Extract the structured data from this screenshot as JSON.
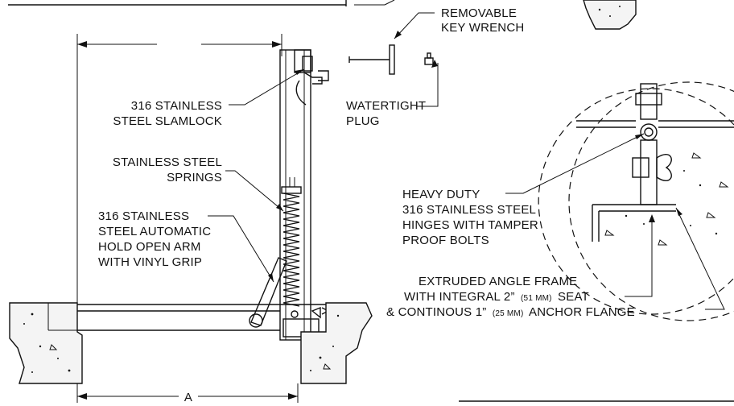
{
  "labels": {
    "removable_wrench": [
      "REMOVABLE",
      "KEY WRENCH"
    ],
    "slamlock": [
      "316 STAINLESS",
      "STEEL SLAMLOCK"
    ],
    "plug": [
      "WATERTIGHT",
      "PLUG"
    ],
    "springs": [
      "STAINLESS STEEL",
      "SPRINGS"
    ],
    "hold_open_arm": [
      "316 STAINLESS",
      "STEEL AUTOMATIC",
      "HOLD OPEN ARM",
      "WITH VINYL GRIP"
    ],
    "hinges": [
      "HEAVY DUTY",
      "316 STAINLESS STEEL",
      "HINGES WITH TAMPER",
      "PROOF BOLTS"
    ],
    "frame_line1": "EXTRUDED ANGLE FRAME",
    "frame_line2_pre": "WITH INTEGRAL 2”",
    "frame_line2_small": "(51 MM)",
    "frame_line2_post": "SEAT",
    "frame_line3_pre": "& CONTINOUS 1”",
    "frame_line3_small": "(25 MM)",
    "frame_line3_post": "ANCHOR FLANGE",
    "dimension": "A"
  }
}
